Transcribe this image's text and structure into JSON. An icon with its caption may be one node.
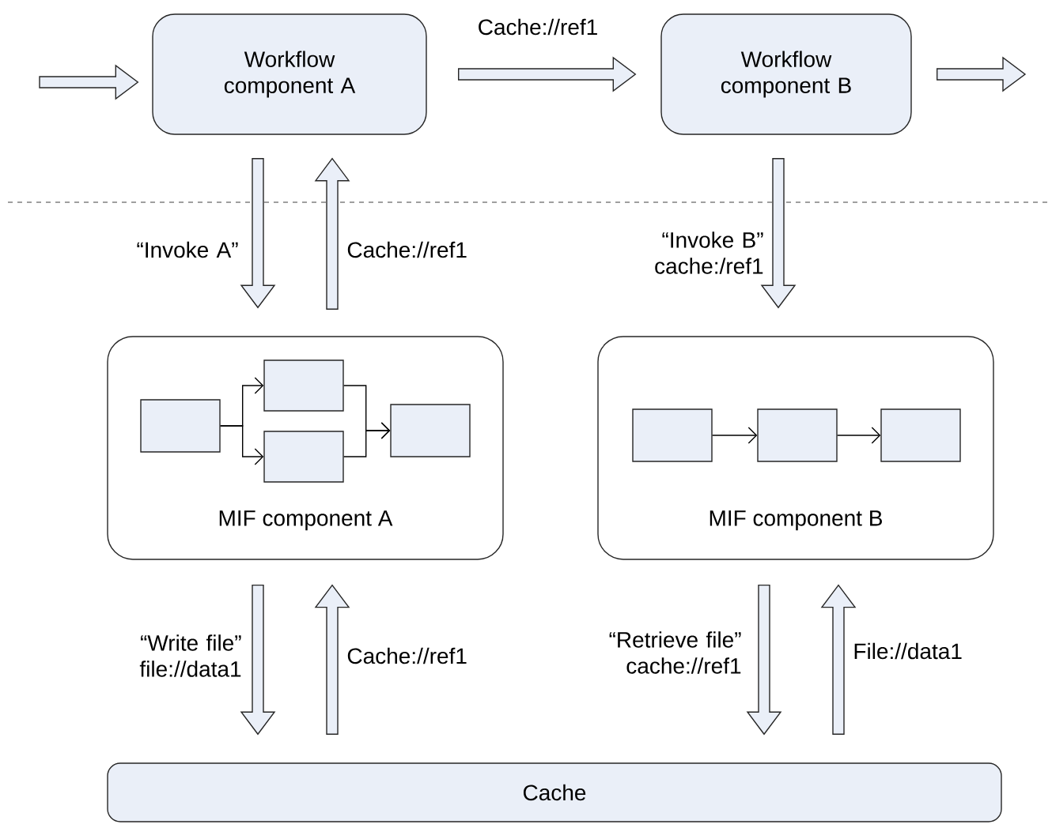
{
  "diagram": {
    "nodes": [
      {
        "text": [
          "Workflow component A"
        ]
      },
      {
        "text": [
          "Workflow component B"
        ]
      },
      {
        "text": [
          "MIF component A"
        ]
      },
      {
        "text": [],
        "shape": "box",
        "in": 2
      },
      {
        "text": [],
        "shape": "box",
        "in": 2
      },
      {
        "text": [],
        "shape": "box",
        "in": 2
      },
      {
        "text": [],
        "shape": "box",
        "in": 2
      },
      {
        "text": [
          "MIF component B"
        ]
      },
      {
        "text": [],
        "shape": "box",
        "in": 7
      },
      {
        "text": [],
        "shape": "box",
        "in": 7
      },
      {
        "text": [],
        "shape": "box",
        "in": 7
      },
      {
        "text": [
          "Cache"
        ]
      }
    ],
    "edges": [
      {
        "from": null,
        "to": 0,
        "arrow": "to"
      },
      {
        "from": 0,
        "to": 1,
        "arrow": "to",
        "label": "Cache://ref1"
      },
      {
        "from": 1,
        "to": null,
        "arrow": "to"
      },
      {
        "from": 0,
        "to": 2,
        "arrow": "to",
        "label": "“Invoke A”"
      },
      {
        "from": 2,
        "to": 0,
        "arrow": "to",
        "label": "Cache://ref1"
      },
      {
        "from": 1,
        "to": 7,
        "arrow": "to",
        "label": "“Invoke B” cache:/ref1"
      },
      {
        "from": 3,
        "to": 4,
        "arrow": "to"
      },
      {
        "from": 3,
        "to": 5,
        "arrow": "to"
      },
      {
        "from": 4,
        "to": 6,
        "arrow": "to"
      },
      {
        "from": 5,
        "to": 6,
        "arrow": "to"
      },
      {
        "from": 8,
        "to": 9,
        "arrow": "to"
      },
      {
        "from": 9,
        "to": 10,
        "arrow": "to"
      },
      {
        "from": 2,
        "to": 11,
        "arrow": "to",
        "label": "“Write file” file://data1"
      },
      {
        "from": 11,
        "to": 2,
        "arrow": "to",
        "label": "Cache://ref1"
      },
      {
        "from": 7,
        "to": 11,
        "arrow": "to",
        "label": "“Retrieve file” cache://ref1"
      },
      {
        "from": 11,
        "to": 7,
        "arrow": "to",
        "label": "File://data1"
      }
    ]
  }
}
